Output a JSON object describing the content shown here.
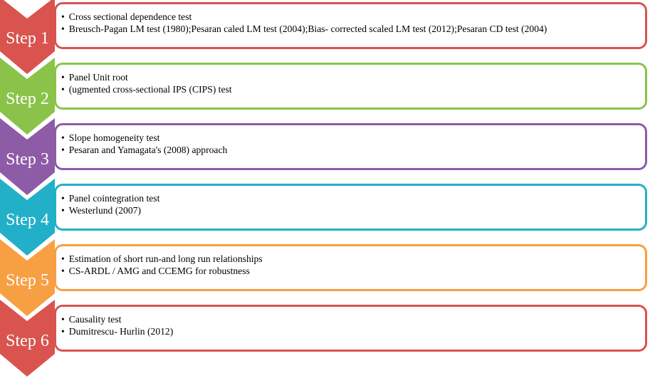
{
  "colors": {
    "step1": "#d9534f",
    "step2": "#8bc34a",
    "step3": "#8e5ba6",
    "step4": "#22b0c8",
    "step5": "#f7a043",
    "step6": "#d9534f"
  },
  "steps": [
    {
      "label": "Step 1",
      "color": "#d9534f",
      "bullets": [
        "Cross sectional dependence test",
        "Breusch-Pagan LM test (1980);Pesaran caled LM test (2004);Bias- corrected scaled LM test (2012);Pesaran CD test (2004)"
      ]
    },
    {
      "label": "Step 2",
      "color": "#8bc34a",
      "bullets": [
        "Panel Unit root",
        "(ugmented cross-sectional IPS (CIPS) test"
      ]
    },
    {
      "label": "Step 3",
      "color": "#8e5ba6",
      "bullets": [
        "Slope homogeneity test",
        "Pesaran and Yamagata's (2008) approach"
      ]
    },
    {
      "label": "Step 4",
      "color": "#22b0c8",
      "bullets": [
        "Panel cointegration test",
        "Westerlund (2007)"
      ]
    },
    {
      "label": "Step 5",
      "color": "#f7a043",
      "bullets": [
        "Estimation of short run-and long run relationships",
        "CS-ARDL / AMG and CCEMG for robustness"
      ]
    },
    {
      "label": "Step 6",
      "color": "#d9534f",
      "bullets": [
        "Causality test",
        "Dumitrescu- Hurlin (2012)"
      ]
    }
  ]
}
